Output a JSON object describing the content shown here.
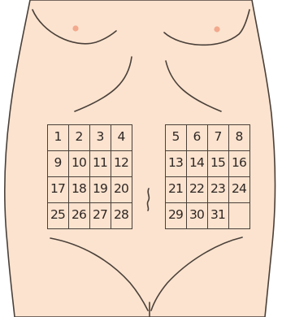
{
  "colors": {
    "skin": "#fbe3cf",
    "outline": "#4a4039",
    "nipple": "#f2a98d",
    "text": "#2e2724",
    "background": "#ffffff"
  },
  "left_grid": {
    "cells": [
      "1",
      "2",
      "3",
      "4",
      "9",
      "10",
      "11",
      "12",
      "17",
      "18",
      "19",
      "20",
      "25",
      "26",
      "27",
      "28"
    ]
  },
  "right_grid": {
    "cells": [
      "5",
      "6",
      "7",
      "8",
      "13",
      "14",
      "15",
      "16",
      "21",
      "22",
      "23",
      "24",
      "29",
      "30",
      "31",
      ""
    ]
  }
}
